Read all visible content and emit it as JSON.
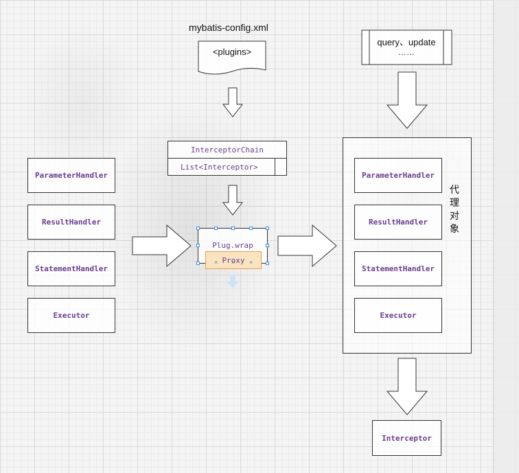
{
  "config_file": "mybatis-config.xml",
  "plugins_tag": "<plugins>",
  "method_box": {
    "line1": "query、update",
    "line2": "……"
  },
  "interceptor_chain": {
    "title": "InterceptorChain",
    "list": "List<Interceptor>"
  },
  "plugin_wrap": {
    "label": "Plug.wrap",
    "proxy": "Proxy"
  },
  "handlers_left": [
    "ParameterHandler",
    "ResultHandler",
    "StatementHandler",
    "Executor"
  ],
  "proxy_group": {
    "label_chars": [
      "代",
      "理",
      "对",
      "象"
    ],
    "items": [
      "ParameterHandler",
      "ResultHandler",
      "StatementHandler",
      "Executor"
    ]
  },
  "interceptor": "Interceptor",
  "colors": {
    "node_text": "#6a3d8f",
    "selection": "#3d8fd6",
    "proxy_fill": "#fbe3c0"
  }
}
